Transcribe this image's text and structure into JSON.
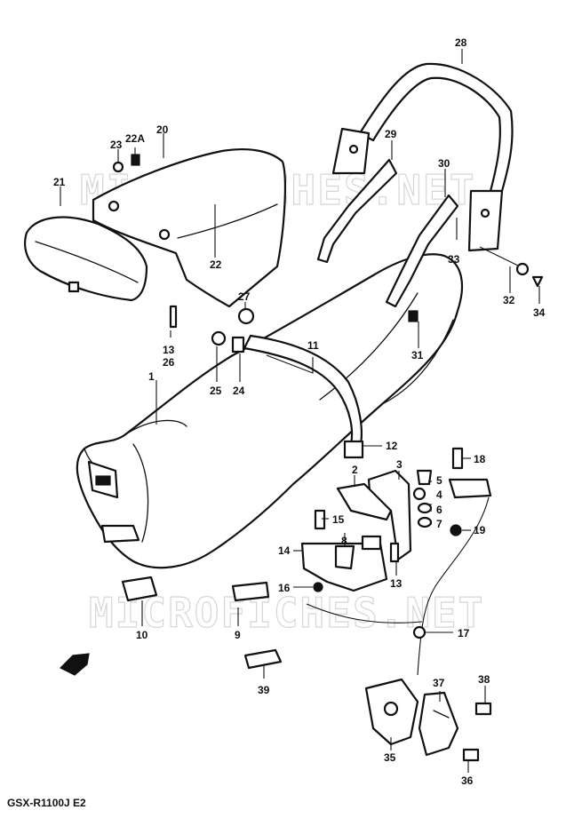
{
  "watermark": "MICROFICHES.NET",
  "footer_code": "GSX-R1100J  E2",
  "callouts": {
    "c1": "1",
    "c2": "2",
    "c3": "3",
    "c4": "4",
    "c5": "5",
    "c6": "6",
    "c7": "7",
    "c8": "8",
    "c9": "9",
    "c10": "10",
    "c11": "11",
    "c12": "12",
    "c13a": "13",
    "c13b": "13",
    "c14": "14",
    "c15": "15",
    "c16": "16",
    "c17": "17",
    "c18": "18",
    "c19": "19",
    "c20": "20",
    "c21": "21",
    "c22": "22",
    "c22a": "22A",
    "c23": "23",
    "c24": "24",
    "c25": "25",
    "c26": "26",
    "c27": "27",
    "c28": "28",
    "c29": "29",
    "c30": "30",
    "c31": "31",
    "c32": "32",
    "c33": "33",
    "c34": "34",
    "c35": "35",
    "c36": "36",
    "c37": "37",
    "c38": "38",
    "c39": "39"
  }
}
